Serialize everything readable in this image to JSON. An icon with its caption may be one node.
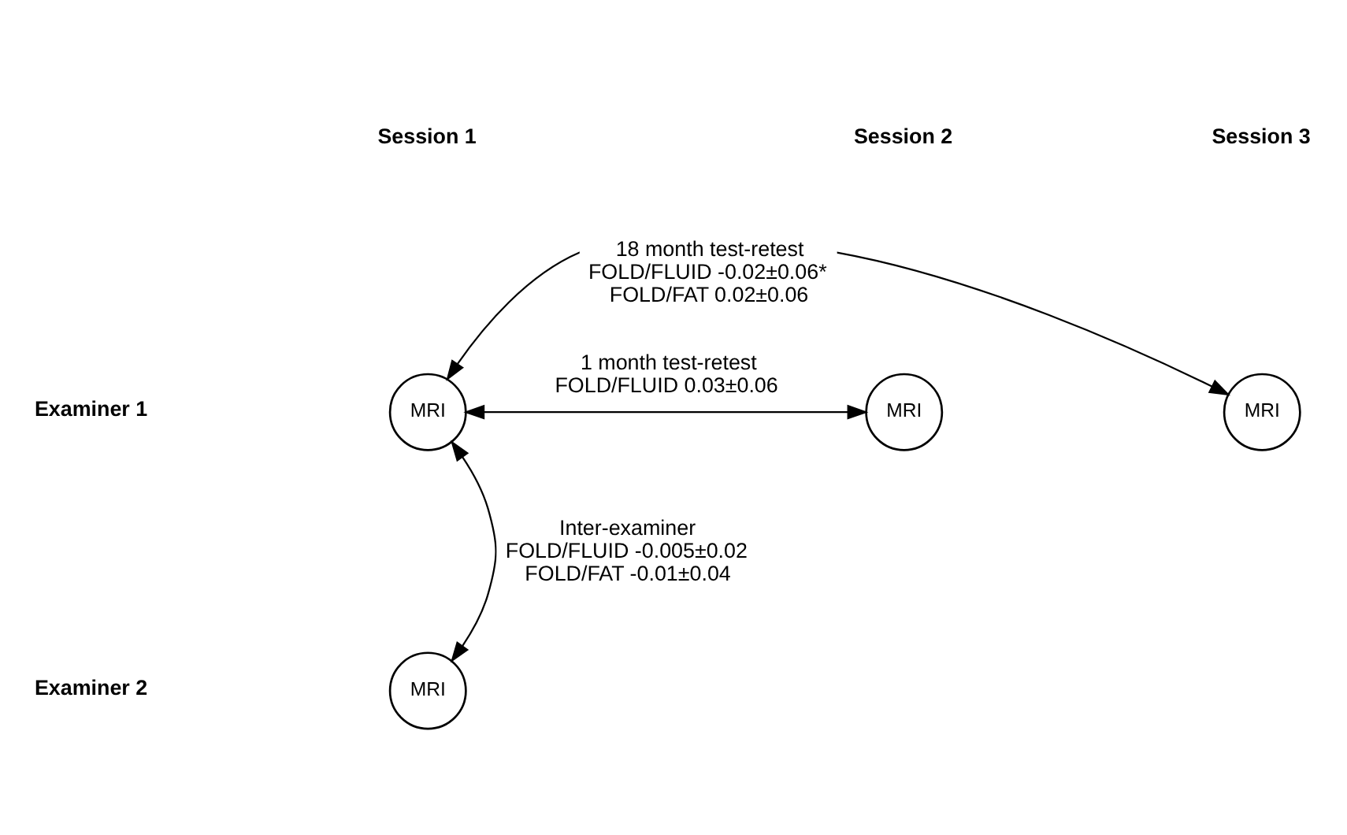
{
  "diagram": {
    "nodes": [
      {
        "text": [
          "MRI"
        ]
      },
      {
        "text": [
          "MRI"
        ]
      },
      {
        "text": [
          "MRI"
        ]
      },
      {
        "text": [
          "MRI"
        ]
      }
    ],
    "edges": [
      {
        "from": 0,
        "to": 1,
        "arrow": "both",
        "label": "1 month test-retest FOLD/FLUID 0.03±0.06"
      },
      {
        "from": 0,
        "to": 2,
        "arrow": "both",
        "label": "18 month test-retest FOLD/FLUID -0.02±0.06* FOLD/FAT 0.02±0.06"
      },
      {
        "from": 0,
        "to": 3,
        "arrow": "both",
        "label": "Inter-examiner FOLD/FLUID -0.005±0.02 FOLD/FAT -0.01±0.04"
      }
    ],
    "labels": [
      "Session 1",
      "Session 2",
      "Session 3",
      "Examiner 1",
      "Examiner 2"
    ]
  }
}
